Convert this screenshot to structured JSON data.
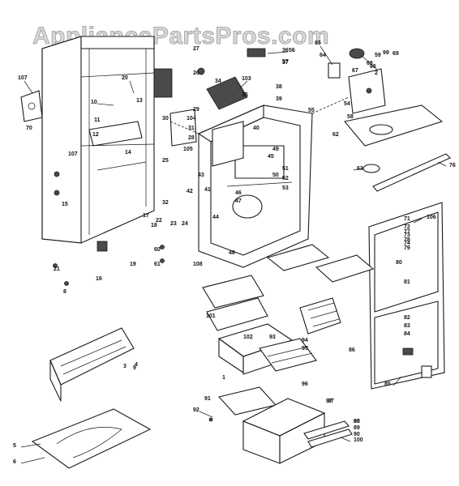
{
  "watermark": "AppliancePartsPros.com",
  "callouts": [
    "107",
    "70",
    "10",
    "20",
    "107",
    "13",
    "11",
    "12",
    "14",
    "30",
    "103",
    "34",
    "35",
    "36",
    "37",
    "38",
    "39",
    "65",
    "66",
    "67",
    "2",
    "54",
    "55",
    "58",
    "62",
    "63",
    "76",
    "27",
    "26",
    "29",
    "104",
    "25",
    "105",
    "31",
    "28",
    "40",
    "50",
    "41",
    "43",
    "44",
    "32",
    "22",
    "23",
    "24",
    "19",
    "108",
    "17",
    "18",
    "15",
    "16",
    "21",
    "8",
    "60",
    "61",
    "3",
    "100",
    "101",
    "102",
    "91",
    "92",
    "1",
    "5",
    "6",
    "87",
    "88",
    "89",
    "90",
    "71",
    "72",
    "73",
    "74",
    "77",
    "78",
    "79",
    "80",
    "81",
    "82",
    "83",
    "84",
    "85",
    "86",
    "99",
    "9",
    "49",
    "51",
    "52",
    "53",
    "46",
    "47",
    "48",
    "45",
    "94",
    "95",
    "96",
    "97",
    "98",
    "93",
    "106",
    "4",
    "42",
    "57",
    "68",
    "69",
    "64",
    "59",
    "56"
  ],
  "icons": [
    "cabinet-shell",
    "liner",
    "crisper-drawer",
    "shelf",
    "bin",
    "door-panel",
    "base-pan",
    "grille",
    "ice-tray"
  ]
}
